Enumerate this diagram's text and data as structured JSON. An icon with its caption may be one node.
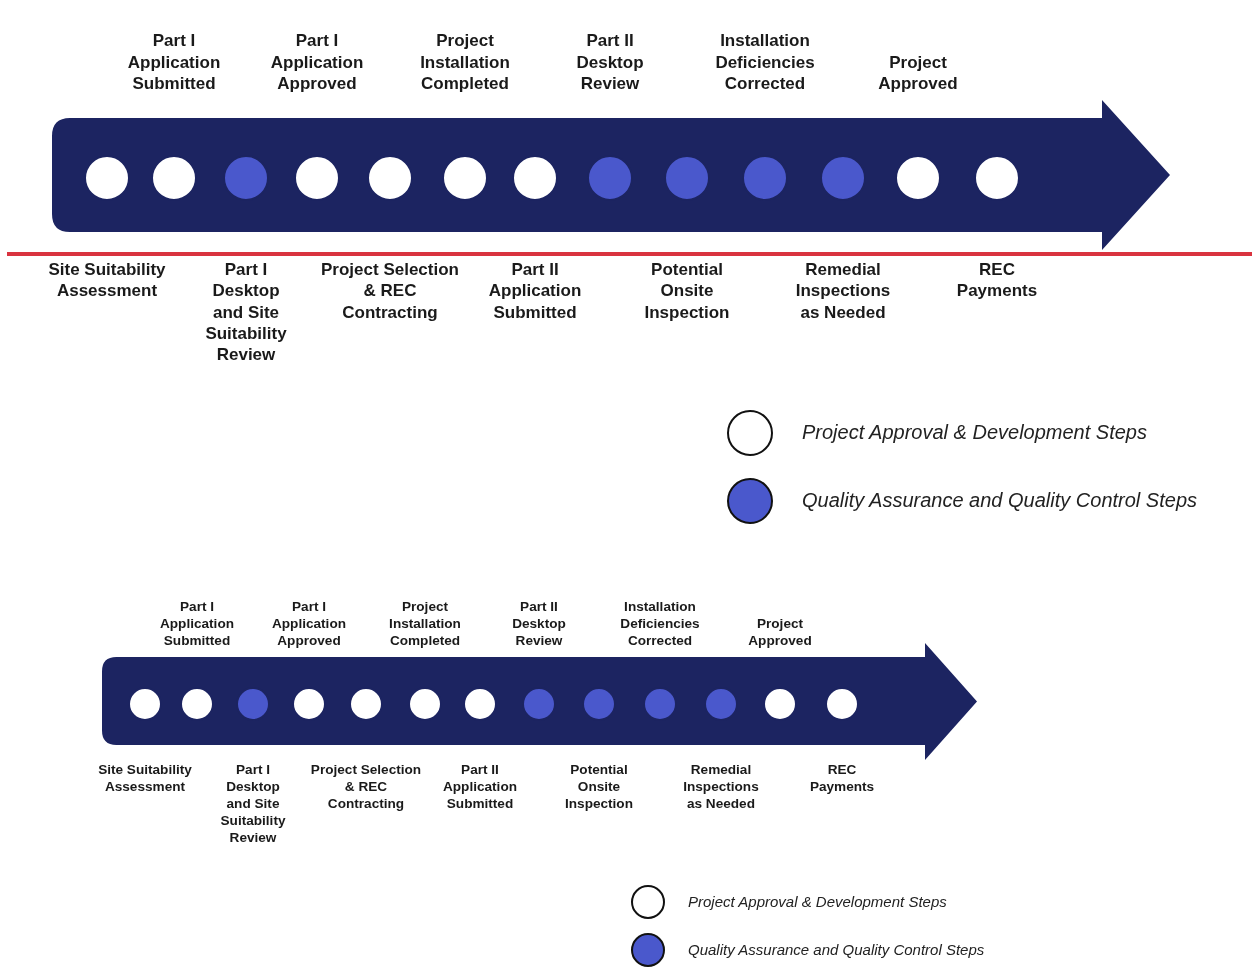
{
  "diagram": {
    "nodes": [
      {
        "text": [],
        "shape": "arrow"
      },
      {
        "text": [],
        "shape": "circle",
        "in": 0,
        "beside": [
          "Site Suitability Assessment"
        ]
      },
      {
        "text": [],
        "shape": "circle",
        "in": 0,
        "beside": [
          "Part I Application Submitted"
        ]
      },
      {
        "text": [],
        "shape": "circle",
        "in": 0,
        "beside": [
          "Part I Desktop and Site Suitability Review"
        ]
      },
      {
        "text": [],
        "shape": "circle",
        "in": 0,
        "beside": [
          "Part I Application Approved"
        ]
      },
      {
        "text": [],
        "shape": "circle",
        "in": 0,
        "beside": [
          "Project Selection & REC Contracting"
        ]
      },
      {
        "text": [],
        "shape": "circle",
        "in": 0,
        "beside": [
          "Project Installation Completed"
        ]
      },
      {
        "text": [],
        "shape": "circle",
        "in": 0,
        "beside": [
          "Part II Application Submitted"
        ]
      },
      {
        "text": [],
        "shape": "circle",
        "in": 0,
        "beside": [
          "Part II Desktop Review"
        ]
      },
      {
        "text": [],
        "shape": "circle",
        "in": 0,
        "beside": [
          "Potential Onsite Inspection"
        ]
      },
      {
        "text": [],
        "shape": "circle",
        "in": 0,
        "beside": [
          "Installation Deficiencies Corrected"
        ]
      },
      {
        "text": [],
        "shape": "circle",
        "in": 0,
        "beside": [
          "Remedial Inspections as Needed"
        ]
      },
      {
        "text": [],
        "shape": "circle",
        "in": 0,
        "beside": [
          "Project Approved"
        ]
      },
      {
        "text": [],
        "shape": "circle",
        "in": 0,
        "beside": [
          "REC Payments"
        ]
      },
      {
        "text": [],
        "shape": "arrow"
      },
      {
        "text": [],
        "shape": "circle",
        "in": 14,
        "beside": [
          "Site Suitability Assessment"
        ]
      },
      {
        "text": [],
        "shape": "circle",
        "in": 14,
        "beside": [
          "Part I Application Submitted"
        ]
      },
      {
        "text": [],
        "shape": "circle",
        "in": 14,
        "beside": [
          "Part I Desktop and Site Suitability Review"
        ]
      },
      {
        "text": [],
        "shape": "circle",
        "in": 14,
        "beside": [
          "Part I Application Approved"
        ]
      },
      {
        "text": [],
        "shape": "circle",
        "in": 14,
        "beside": [
          "Project Selection & REC Contracting"
        ]
      },
      {
        "text": [],
        "shape": "circle",
        "in": 14,
        "beside": [
          "Project Installation Completed"
        ]
      },
      {
        "text": [],
        "shape": "circle",
        "in": 14,
        "beside": [
          "Part II Application Submitted"
        ]
      },
      {
        "text": [],
        "shape": "circle",
        "in": 14,
        "beside": [
          "Part II Desktop Review"
        ]
      },
      {
        "text": [],
        "shape": "circle",
        "in": 14,
        "beside": [
          "Potential Onsite Inspection"
        ]
      },
      {
        "text": [],
        "shape": "circle",
        "in": 14,
        "beside": [
          "Installation Deficiencies Corrected"
        ]
      },
      {
        "text": [],
        "shape": "circle",
        "in": 14,
        "beside": [
          "Remedial Inspections as Needed"
        ]
      },
      {
        "text": [],
        "shape": "circle",
        "in": 14,
        "beside": [
          "Project Approved"
        ]
      },
      {
        "text": [],
        "shape": "circle",
        "in": 14,
        "beside": [
          "REC Payments"
        ]
      }
    ],
    "legend": [
      {
        "text": "Project Approval & Development Steps",
        "color": "#ffffff"
      },
      {
        "text": "Quality Assurance and Quality Control Steps",
        "color": "#4a58cc"
      },
      {
        "text": "Project Approval & Development Steps",
        "color": "#ffffff"
      },
      {
        "text": "Quality Assurance and Quality Control Steps",
        "color": "#4a58cc"
      }
    ]
  }
}
